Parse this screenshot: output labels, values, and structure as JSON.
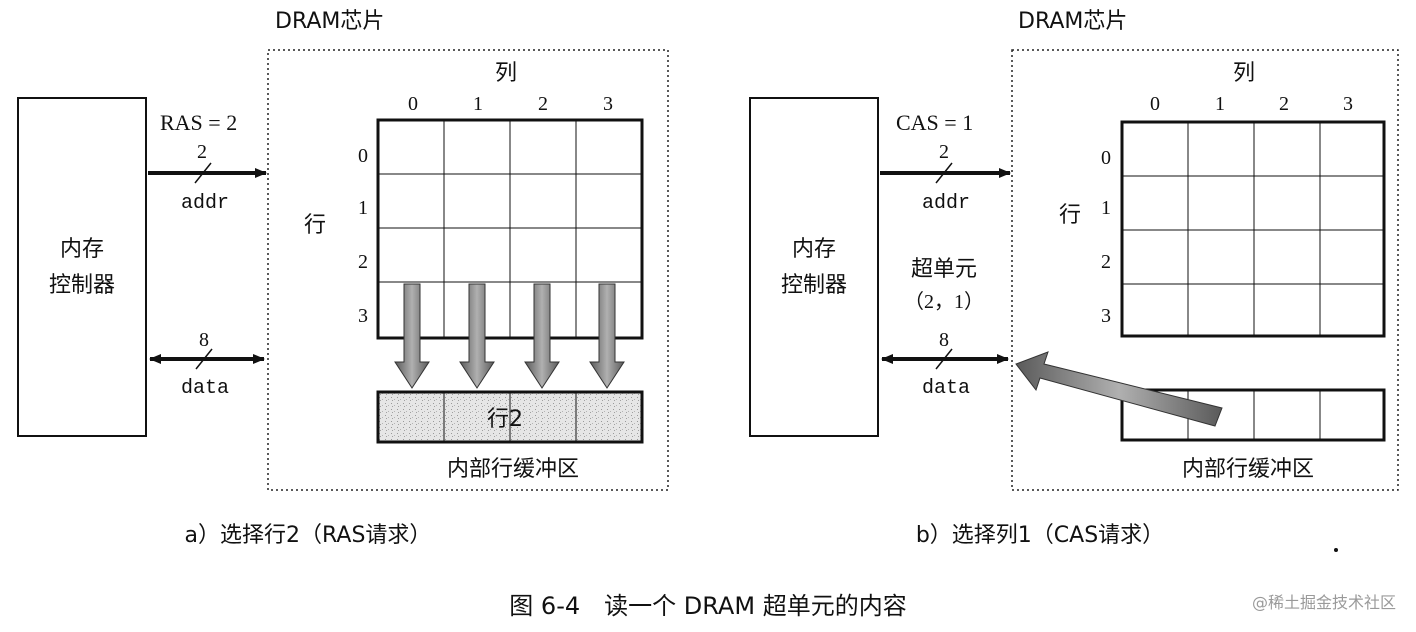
{
  "colors": {
    "ink": "#111111",
    "arrow_gray": "#8a8a8a",
    "arrow_dark": "#3a3a3a",
    "shade": "#bdbdbd"
  },
  "left": {
    "chip_label": "DRAM芯片",
    "controller_line1": "内存",
    "controller_line2": "控制器",
    "addr_bus_value": "RAS = 2",
    "addr_width": "2",
    "addr_label": "addr",
    "data_width": "8",
    "data_label": "data",
    "col_header": "列",
    "row_header": "行",
    "col_numbers": [
      "0",
      "1",
      "2",
      "3"
    ],
    "row_numbers": [
      "0",
      "1",
      "2",
      "3"
    ],
    "buffer_text": "行2",
    "buffer_label": "内部行缓冲区",
    "caption": "a）选择行2（RAS请求）"
  },
  "right": {
    "chip_label": "DRAM芯片",
    "controller_line1": "内存",
    "controller_line2": "控制器",
    "addr_bus_value": "CAS = 1",
    "addr_width": "2",
    "addr_label": "addr",
    "supercell_line1": "超单元",
    "supercell_line2": "（2，1）",
    "data_width": "8",
    "data_label": "data",
    "col_header": "列",
    "row_header": "行",
    "col_numbers": [
      "0",
      "1",
      "2",
      "3"
    ],
    "row_numbers": [
      "0",
      "1",
      "2",
      "3"
    ],
    "buffer_label": "内部行缓冲区",
    "caption": "b）选择列1（CAS请求）"
  },
  "figure_caption": "图 6-4　读一个 DRAM 超单元的内容",
  "watermark": "@稀土掘金技术社区"
}
